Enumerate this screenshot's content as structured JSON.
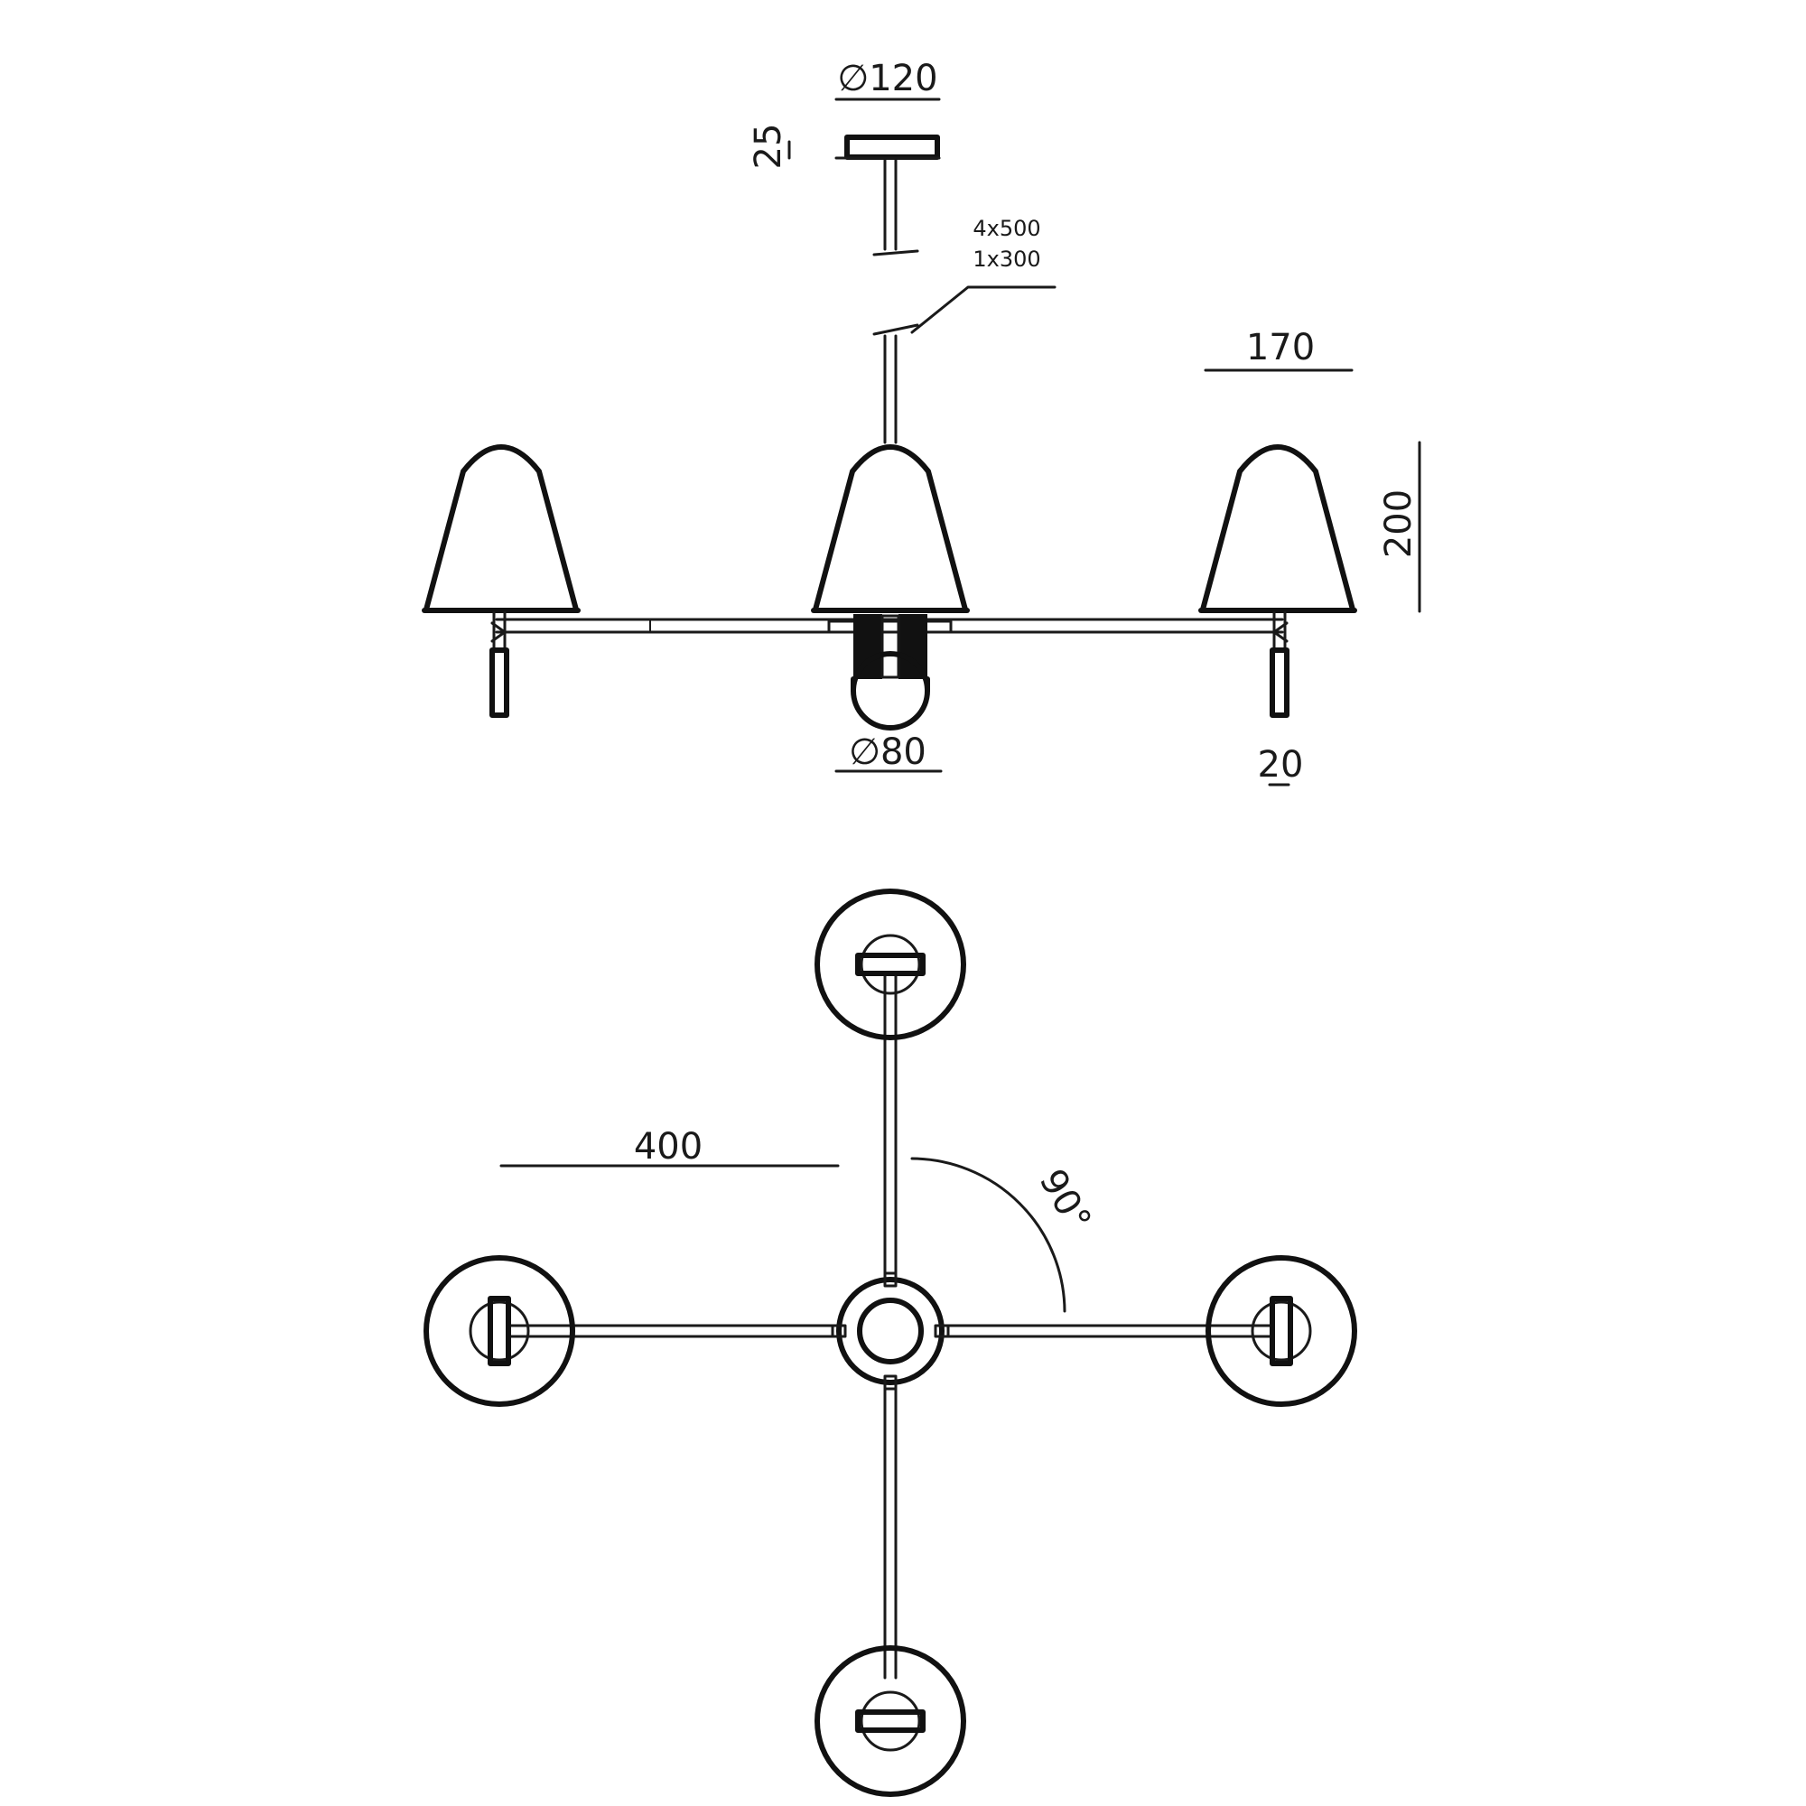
{
  "side_view": {
    "canopy_diameter": "∅120",
    "canopy_height": "25",
    "cable_length_line1": "4x500",
    "cable_length_line2": "1x300",
    "shade_width": "170",
    "shade_height": "200",
    "center_diameter": "∅80",
    "rod_width": "20"
  },
  "top_view": {
    "arm_length": "400",
    "angle": "90°"
  },
  "colors": {
    "stroke": "#1a1a1a",
    "background": "#ffffff"
  }
}
